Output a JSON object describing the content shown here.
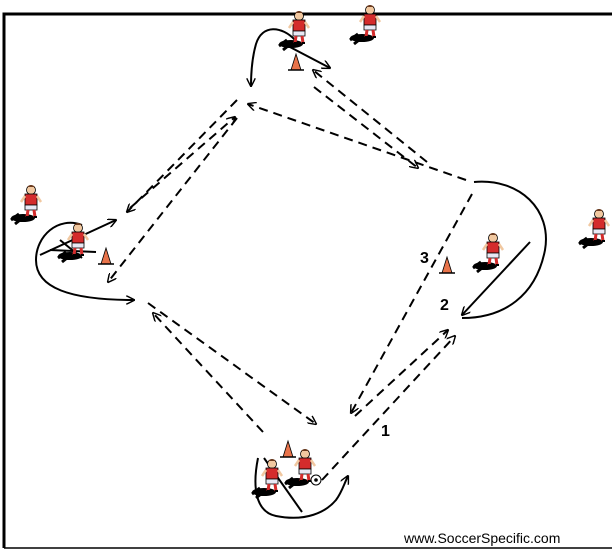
{
  "labels": {
    "step1": "1",
    "step2": "2",
    "step3": "3"
  },
  "website": "www.SoccerSpecific.com",
  "colors": {
    "field_line": "#000000",
    "cone": "#e8734a",
    "player_shirt": "#d42c2c",
    "player_shorts": "#e8e8f4",
    "player_skin": "#f1c8a0"
  },
  "icons": [
    "player-icon",
    "cone-icon",
    "ball-icon"
  ]
}
